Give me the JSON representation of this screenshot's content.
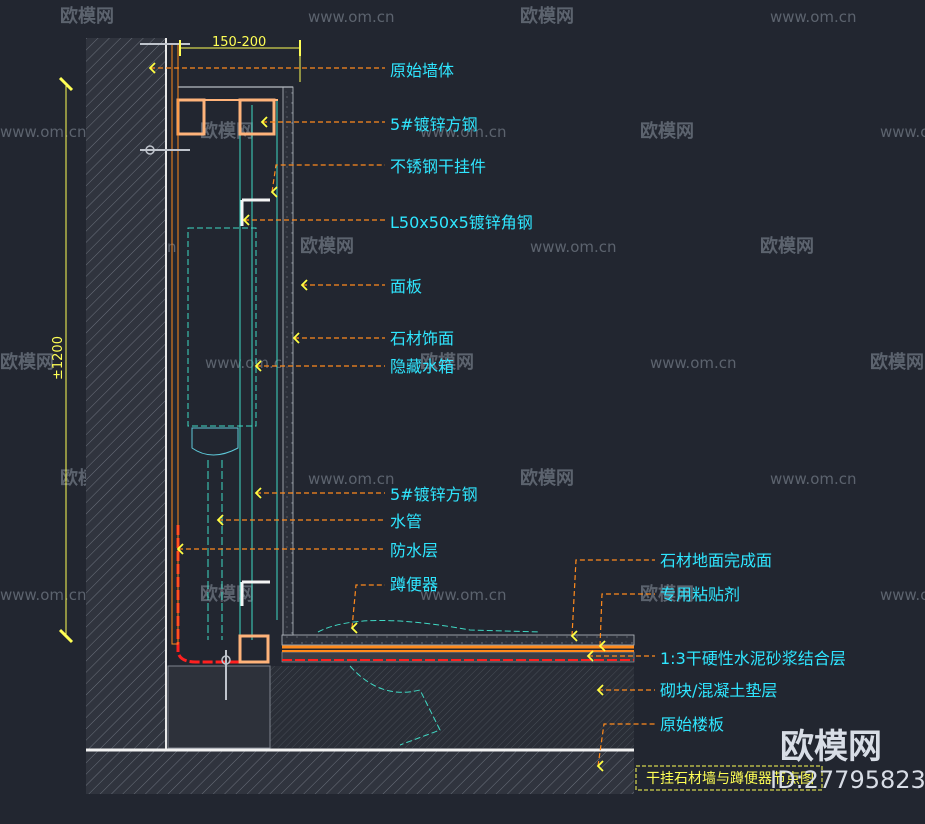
{
  "watermarks": {
    "logo_text": "欧模网",
    "site_text": "www.om.cn",
    "big_logo": "欧模网",
    "id_text": "ID:27795823"
  },
  "dimensions": {
    "top": "150-200",
    "vertical": "±1200"
  },
  "labels": [
    "原始墙体",
    "5#镀锌方钢",
    "不锈钢干挂件",
    "L50x50x5镀锌角钢",
    "面板",
    "石材饰面",
    "隐藏水箱",
    "5#镀锌方钢",
    "水管",
    "防水层",
    "蹲便器",
    "石材地面完成面",
    "专用粘贴剂",
    "1:3干硬性水泥砂浆结合层",
    "砌块/混凝土垫层",
    "原始楼板"
  ],
  "drawing_title": "干挂石材墙与蹲便器节点图",
  "colors": {
    "background": "#222630",
    "label": "#2fe6ff",
    "leader": "#ff8a1c",
    "arrow": "#ffff44",
    "structure": "#3fd9c4",
    "waterproof": "#ff2020"
  }
}
